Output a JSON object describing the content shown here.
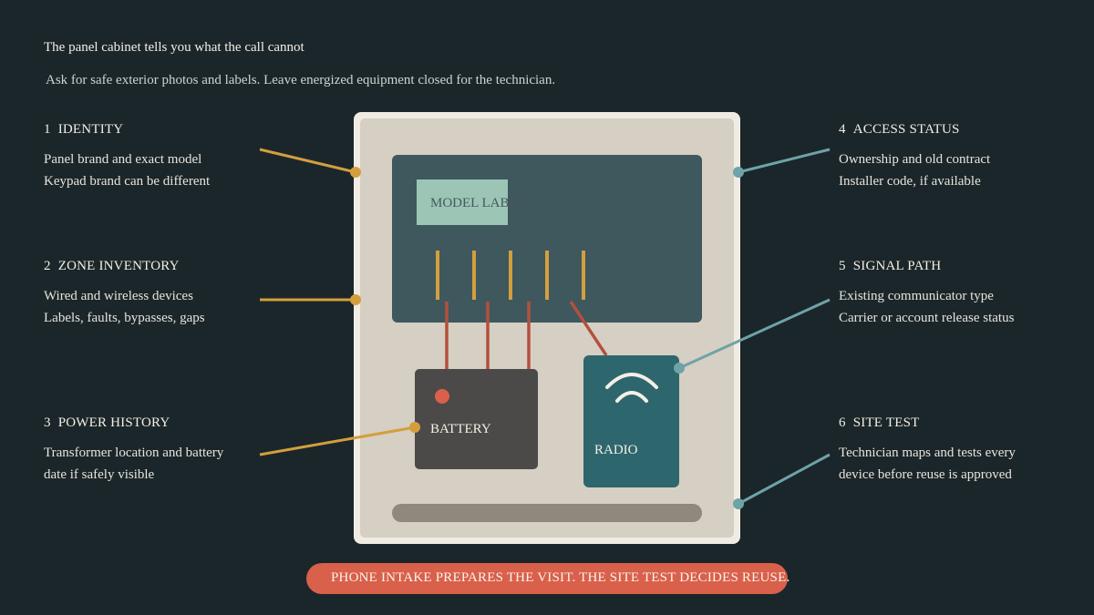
{
  "header": {
    "title": "The panel cabinet tells you what the call cannot",
    "subtitle": "Ask for safe exterior photos and labels. Leave energized equipment closed for the technician."
  },
  "callouts": [
    {
      "num": "1",
      "title": "IDENTITY",
      "lines": [
        "Panel brand and exact model",
        "Keypad brand can be different"
      ]
    },
    {
      "num": "2",
      "title": "ZONE INVENTORY",
      "lines": [
        "Wired and wireless devices",
        "Labels, faults, bypasses, gaps"
      ]
    },
    {
      "num": "3",
      "title": "POWER HISTORY",
      "lines": [
        "Transformer location and battery",
        "date if safely visible"
      ]
    },
    {
      "num": "4",
      "title": "ACCESS STATUS",
      "lines": [
        "Ownership and old contract",
        "Installer code, if available"
      ]
    },
    {
      "num": "5",
      "title": "SIGNAL PATH",
      "lines": [
        "Existing communicator type",
        "Carrier or account release status"
      ]
    },
    {
      "num": "6",
      "title": "SITE TEST",
      "lines": [
        "Technician maps and tests every",
        "device before reuse is approved"
      ]
    }
  ],
  "diagram": {
    "model_label": "MODEL LABEL",
    "battery_label": "BATTERY",
    "radio_label": "RADIO"
  },
  "footer": {
    "banner": "PHONE INTAKE PREPARES THE VISIT. THE SITE TEST DECIDES REUSE."
  },
  "colors": {
    "background": "#1b262a",
    "cabinet": "#d6cfc3",
    "board": "#3e585e",
    "gold": "#d39f3e",
    "teal": "#6ea3a8",
    "wire": "#b3503d",
    "banner": "#d9604a"
  }
}
